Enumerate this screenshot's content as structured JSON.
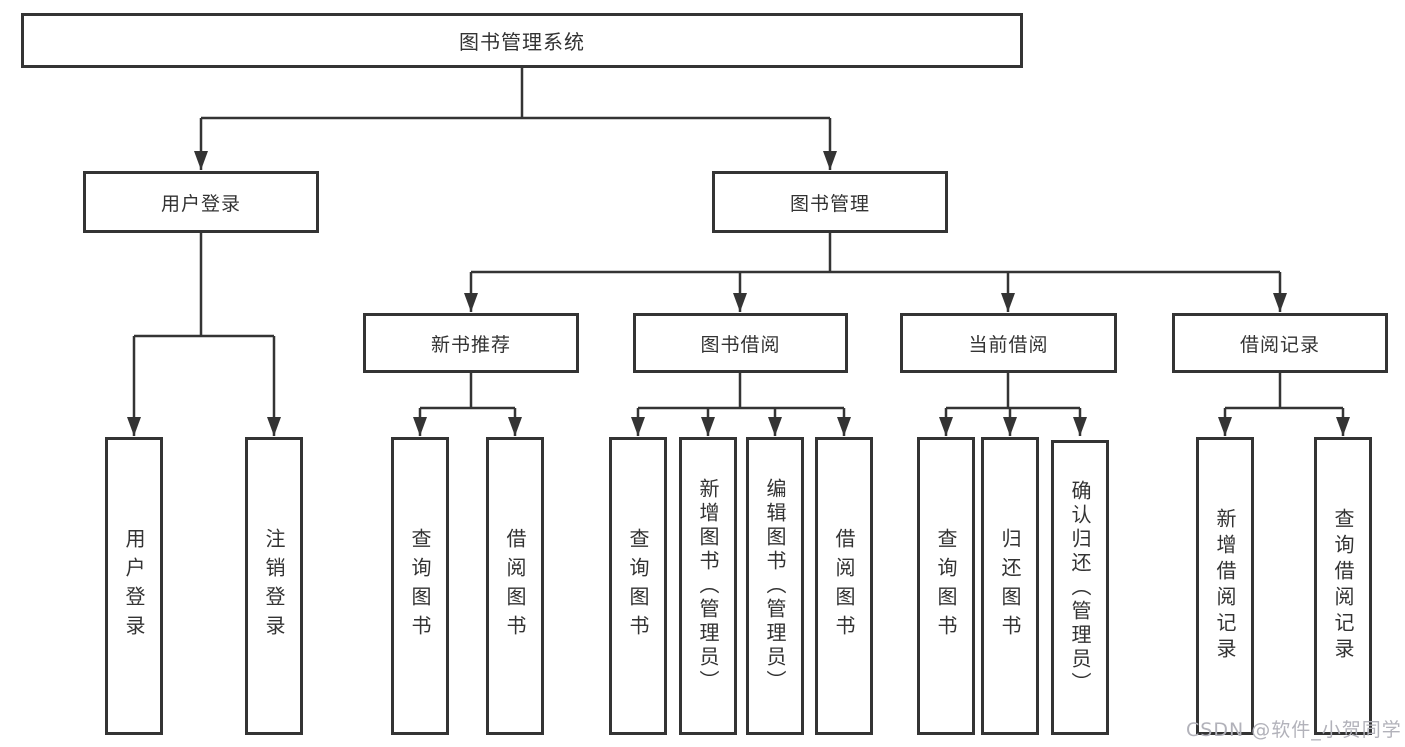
{
  "diagram_title": "图书管理系统",
  "tree": {
    "label": "图书管理系统",
    "children": [
      {
        "label": "用户登录",
        "children": [
          {
            "label": "用户登录"
          },
          {
            "label": "注销登录"
          }
        ]
      },
      {
        "label": "图书管理",
        "children": [
          {
            "label": "新书推荐",
            "children": [
              {
                "label": "查询图书"
              },
              {
                "label": "借阅图书"
              }
            ]
          },
          {
            "label": "图书借阅",
            "children": [
              {
                "label": "查询图书"
              },
              {
                "label": "新增图书（管理员）"
              },
              {
                "label": "编辑图书（管理员）"
              },
              {
                "label": "借阅图书"
              }
            ]
          },
          {
            "label": "当前借阅",
            "children": [
              {
                "label": "查询图书"
              },
              {
                "label": "归还图书"
              },
              {
                "label": "确认归还（管理员）"
              }
            ]
          },
          {
            "label": "借阅记录",
            "children": [
              {
                "label": "新增借阅记录"
              },
              {
                "label": "查询借阅记录"
              }
            ]
          }
        ]
      }
    ]
  },
  "watermark": {
    "text": "CSDN @软件_小贺同学"
  },
  "colors": {
    "line": "#343434",
    "box_border": "#343434",
    "text": "#333333",
    "watermark": "#b2b2ba",
    "background": "#ffffff"
  }
}
